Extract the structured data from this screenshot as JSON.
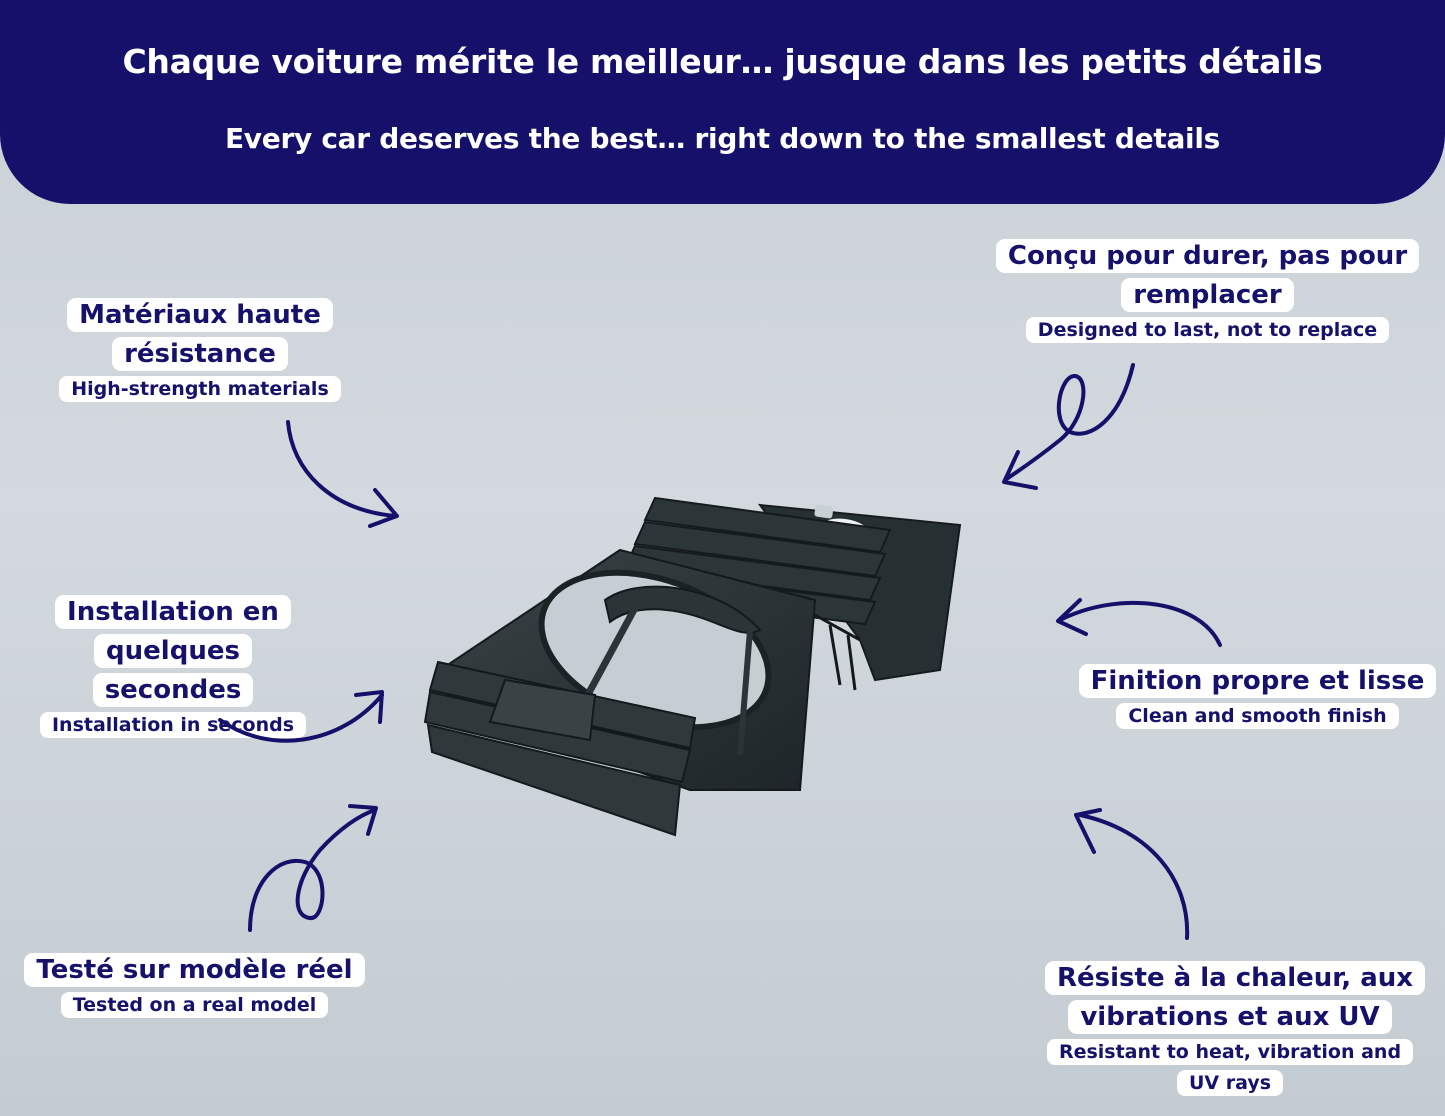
{
  "header": {
    "title": "Chaque voiture mérite le meilleur… jusque dans les petits détails",
    "subtitle": "Every car deserves the best… right down to the smallest details"
  },
  "features": {
    "materials": {
      "fr": "Matériaux haute résistance",
      "en": "High-strength materials"
    },
    "installation": {
      "fr": "Installation en quelques secondes",
      "en": "Installation in seconds"
    },
    "tested": {
      "fr": "Testé sur modèle réel",
      "en": "Tested on a real model"
    },
    "durable": {
      "fr": "Conçu pour durer, pas pour remplacer",
      "en": "Designed to last, not to replace"
    },
    "finish": {
      "fr": "Finition propre et lisse",
      "en": "Clean and smooth finish"
    },
    "resist": {
      "fr": "Résiste à la chaleur, aux vibrations et aux UV",
      "en": "Resistant to heat, vibration and UV rays"
    }
  },
  "colors": {
    "navy": "#15106a",
    "background": "#cdd3d8",
    "label_bg": "#ffffff"
  },
  "icons": [
    "curved-arrow-icon",
    "loop-arrow-icon",
    "cup-holder-product-image"
  ]
}
